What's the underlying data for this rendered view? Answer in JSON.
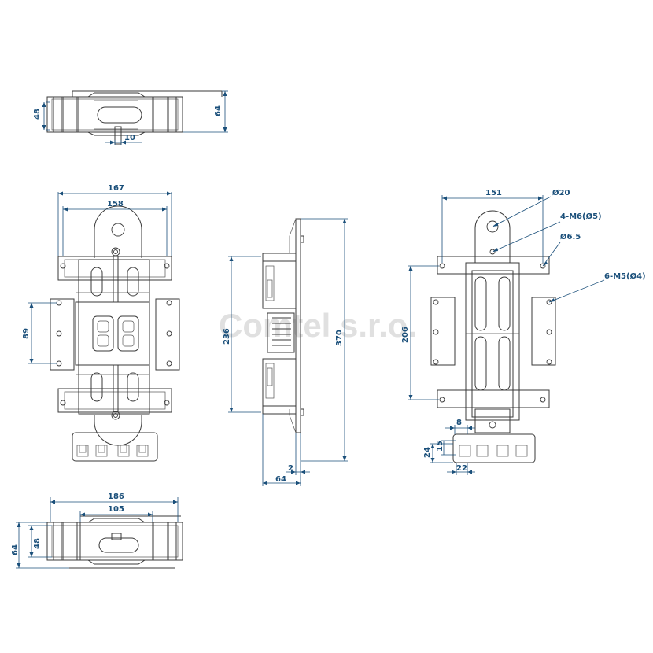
{
  "watermark": "Comtel s.r.o.",
  "views": {
    "top_view": {
      "dim_height_48": "48",
      "dim_height_64": "64",
      "dim_slot_10": "10"
    },
    "front_view": {
      "dim_width_167": "167",
      "dim_width_158": "158",
      "dim_height_89": "89"
    },
    "side_view": {
      "dim_height_236": "236",
      "dim_height_370": "370",
      "dim_depth_64": "64",
      "dim_thickness_2": "2"
    },
    "rear_view": {
      "dim_width_151": "151",
      "dim_height_206": "206",
      "dim_8": "8",
      "dim_15": "15",
      "dim_24": "24",
      "dim_22": "22",
      "callout_d20": "Ø20",
      "callout_m6": "4-M6(Ø5)",
      "callout_d6_5": "Ø6.5",
      "callout_m5": "6-M5(Ø4)"
    },
    "bottom_view": {
      "dim_width_186": "186",
      "dim_width_105": "105",
      "dim_height_64": "64",
      "dim_height_48": "48"
    }
  }
}
